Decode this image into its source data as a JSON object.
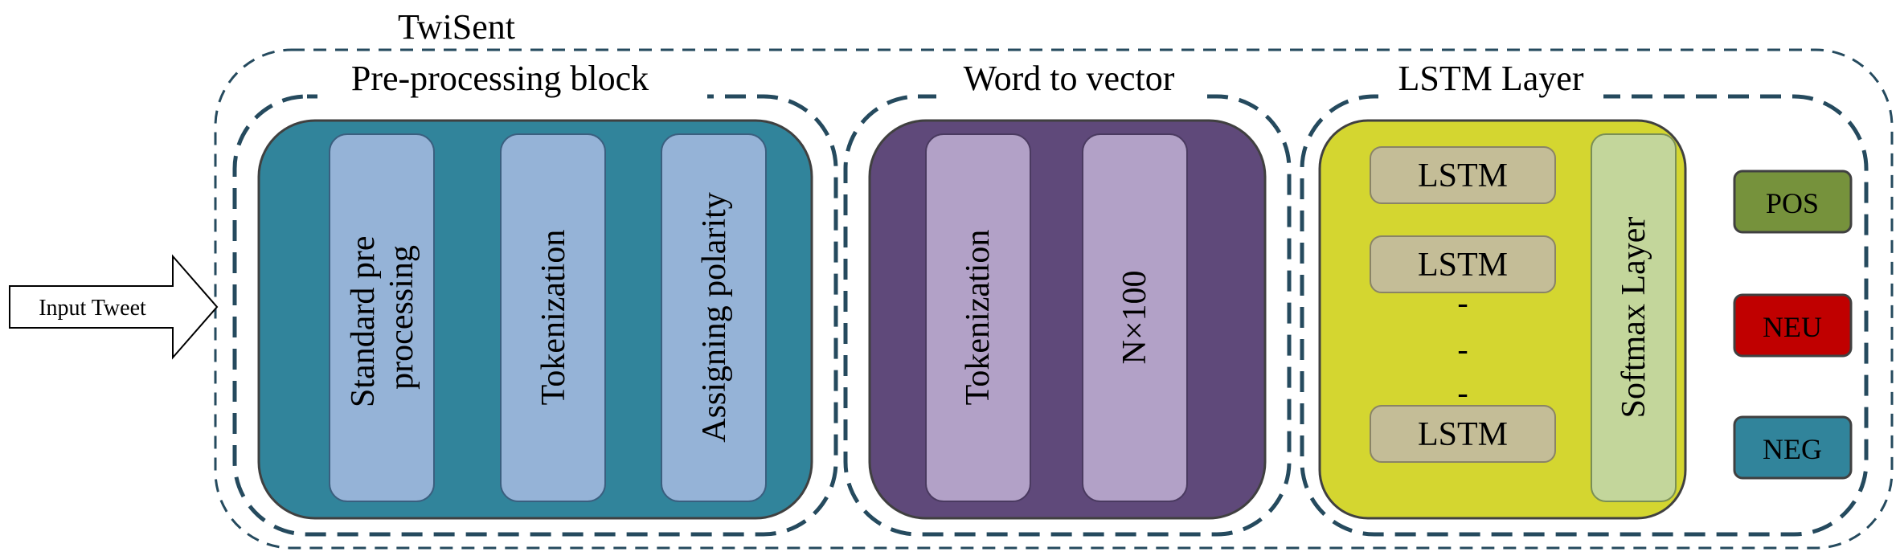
{
  "title": "TwiSent",
  "input": {
    "label": "Input Tweet"
  },
  "blocks": {
    "preprocessing": {
      "title": "Pre-processing block",
      "steps": [
        {
          "line1": "Standard pre",
          "line2": "processing"
        },
        {
          "line1": "Tokenization"
        },
        {
          "line1": "Assigning polarity"
        }
      ]
    },
    "word_to_vector": {
      "title": "Word to vector",
      "steps": [
        {
          "line1": "Tokenization"
        },
        {
          "line1": "N×100"
        }
      ]
    },
    "lstm": {
      "title": "LSTM Layer",
      "cells": [
        "LSTM",
        "LSTM",
        "LSTM"
      ],
      "ellipsis": [
        "-",
        "-",
        "-"
      ],
      "softmax": "Softmax Layer"
    }
  },
  "outputs": [
    {
      "label": "POS",
      "color": "#76923c"
    },
    {
      "label": "NEU",
      "color": "#c00000"
    },
    {
      "label": "NEG",
      "color": "#31849b"
    }
  ],
  "colors": {
    "dash": "#254a5e",
    "preprocessing_fill": "#31849b",
    "step_fill": "#95b3d7",
    "w2v_fill": "#5f497a",
    "w2v_step_fill": "#b2a1c7",
    "lstm_fill": "#d4d630",
    "lstm_cell_fill": "#c4bd97",
    "softmax_fill": "#c3d69b"
  }
}
